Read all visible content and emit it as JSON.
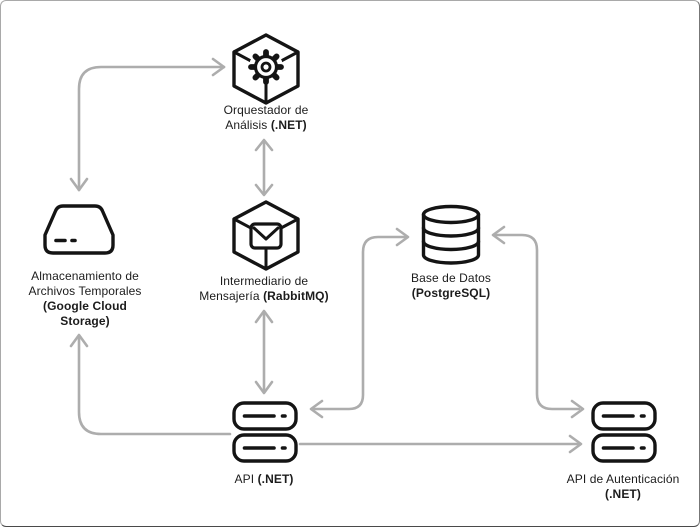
{
  "colors": {
    "background": "#ffffff",
    "arrow": "#adadad",
    "icon_stroke": "#141414",
    "text": "#1c1c1c"
  },
  "nodes": {
    "orchestrator": {
      "icon": "gear-cube-icon",
      "line1": "Orquestador de",
      "line2": "Análisis ",
      "line2_bold": "(.NET)"
    },
    "storage": {
      "icon": "storage-drive-icon",
      "line1": "Almacenamiento de",
      "line2": "Archivos Temporales",
      "bold_line1": "(Google Cloud",
      "bold_line2": "Storage)"
    },
    "broker": {
      "icon": "envelope-cube-icon",
      "line1": "Intermediario de",
      "line2": "Mensajería ",
      "line2_bold": "(RabbitMQ)"
    },
    "database": {
      "icon": "database-cylinder-icon",
      "line1": "Base de Datos",
      "bold_line1": "(PostgreSQL)"
    },
    "api": {
      "icon": "server-stack-icon",
      "line1": "API ",
      "line1_bold": "(.NET)"
    },
    "auth_api": {
      "icon": "server-stack-icon",
      "line1": "API de Autenticación",
      "bold_line1": "(.NET)"
    }
  },
  "edges": [
    {
      "from": "storage",
      "to": "orchestrator",
      "style": "bidirectional"
    },
    {
      "from": "orchestrator",
      "to": "broker",
      "style": "bidirectional"
    },
    {
      "from": "broker",
      "to": "api",
      "style": "bidirectional"
    },
    {
      "from": "api",
      "to": "database",
      "style": "bidirectional"
    },
    {
      "from": "database",
      "to": "auth_api",
      "style": "bidirectional"
    },
    {
      "from": "api",
      "to": "auth_api",
      "style": "directed"
    },
    {
      "from": "api",
      "to": "storage",
      "style": "directed"
    }
  ]
}
